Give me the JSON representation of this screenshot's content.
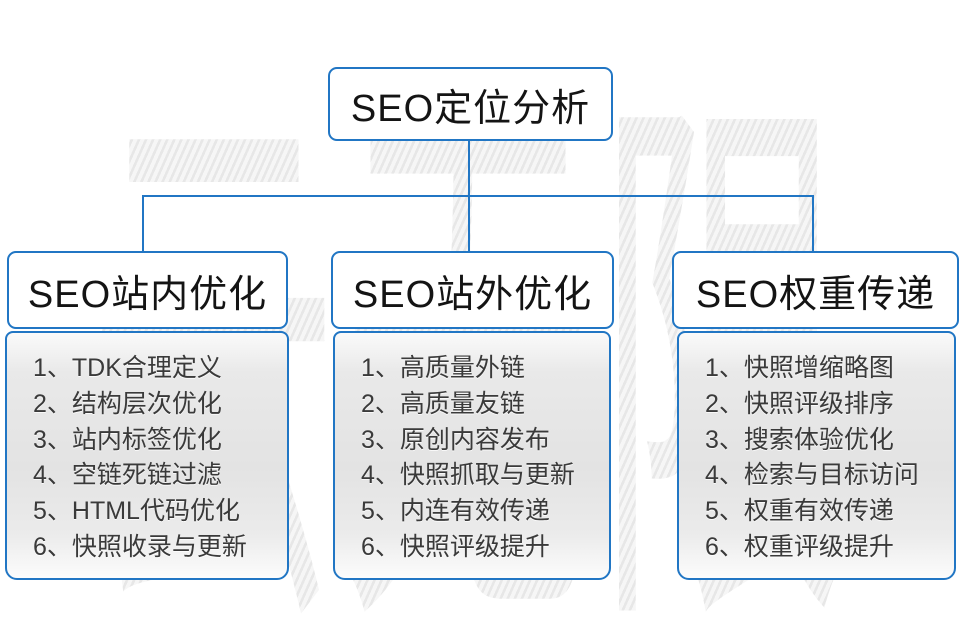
{
  "colors": {
    "accent": "#2176c4"
  },
  "watermark": {
    "text": "云无限"
  },
  "root": {
    "title": "SEO定位分析"
  },
  "columns": [
    {
      "title": "SEO站内优化",
      "items": [
        "1、TDK合理定义",
        "2、结构层次优化",
        "3、站内标签优化",
        "4、空链死链过滤",
        "5、HTML代码优化",
        "6、快照收录与更新"
      ]
    },
    {
      "title": "SEO站外优化",
      "items": [
        "1、高质量外链",
        "2、高质量友链",
        "3、原创内容发布",
        "4、快照抓取与更新",
        "5、内连有效传递",
        "6、快照评级提升"
      ]
    },
    {
      "title": "SEO权重传递",
      "items": [
        "1、快照增缩略图",
        "2、快照评级排序",
        "3、搜索体验优化",
        "4、检索与目标访问",
        "5、权重有效传递",
        "6、权重评级提升"
      ]
    }
  ]
}
